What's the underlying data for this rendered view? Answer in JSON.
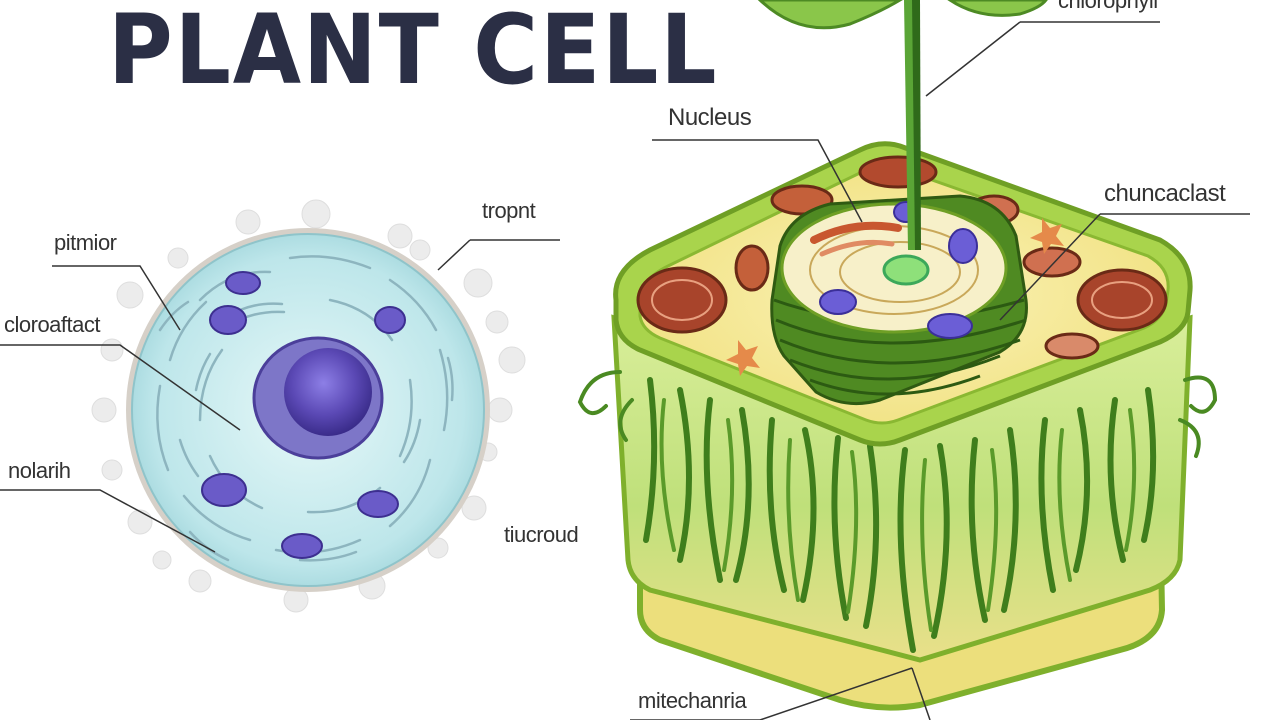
{
  "title": "PLANT CELL",
  "labels": {
    "left": {
      "pitnor": "pitmior",
      "top_right": "tropnt",
      "chloroplast": "cloroaftact",
      "nolarih": "nolarih",
      "tiucroud": "tiucroud"
    },
    "right": {
      "nucleus": "Nucleus",
      "top": "chlorophyll",
      "chuncaclast": "chuncaclast",
      "mitochondria": "mitechanria"
    }
  },
  "colors": {
    "title": "#2b2f45",
    "cytoplasm_blue": "#c9ecee",
    "nucleus_purple": "#5b49b5",
    "cell_green": "#9fd14a",
    "cell_yellow": "#f3ea8c",
    "chloroplast_red": "#a8442b"
  }
}
